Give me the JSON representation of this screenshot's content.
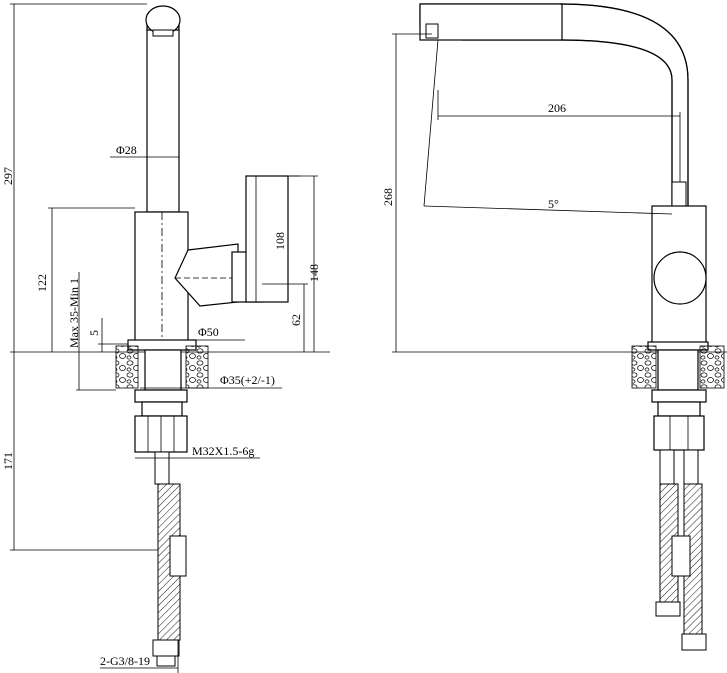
{
  "dimensions": {
    "total_height": "297",
    "spout_diameter": "Φ28",
    "handle_height": "108",
    "handle_span": "148",
    "body_height": "122",
    "deck_thickness": "Max 35-Min 1",
    "gap": "5",
    "base_diameter": "Φ50",
    "handle_offset": "62",
    "hole_diameter": "Φ35(+2/-1)",
    "thread": "M32X1.5-6g",
    "below_deck": "171",
    "hose_connection": "2-G3/8-19",
    "side_height": "268",
    "reach": "206",
    "angle": "5°"
  },
  "colors": {
    "line": "#000000",
    "background": "#ffffff"
  }
}
